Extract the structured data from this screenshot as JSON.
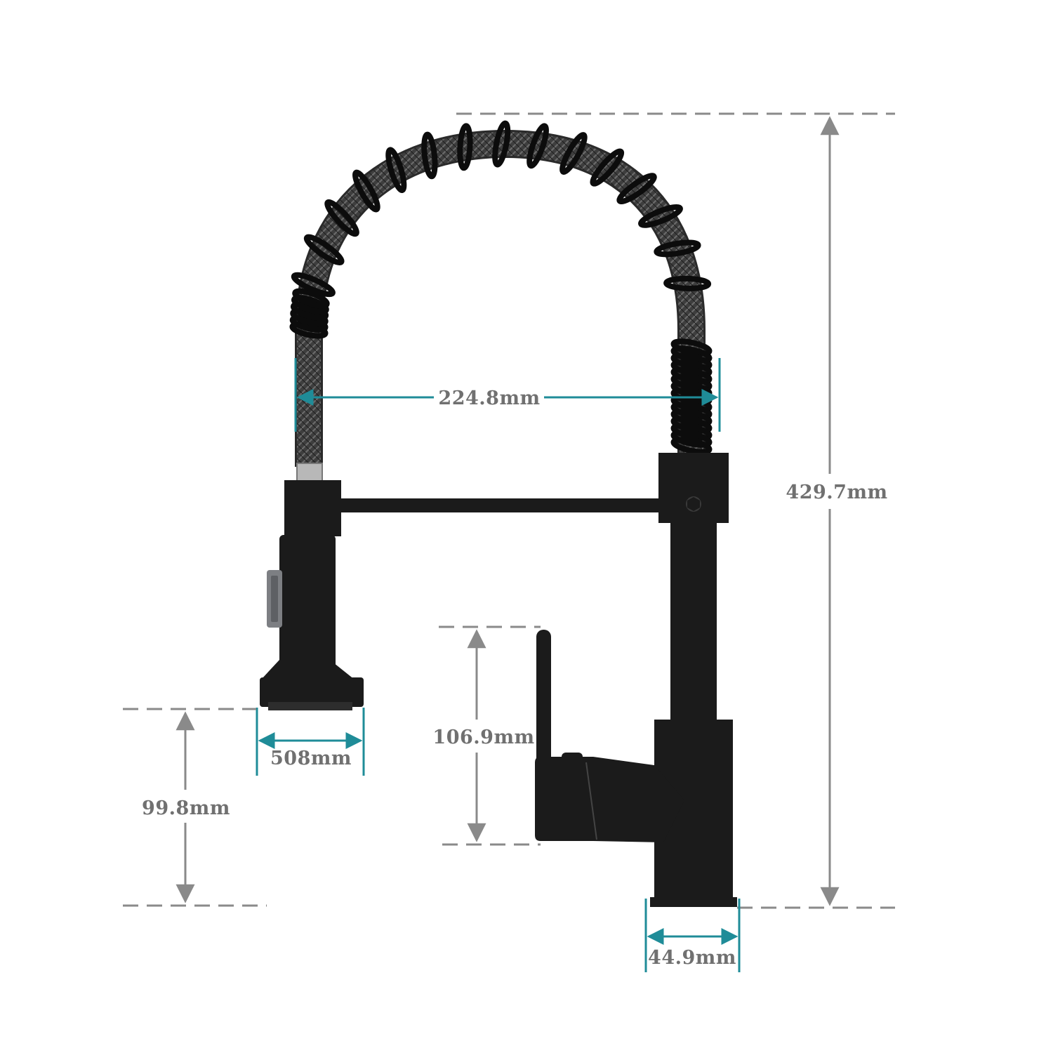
{
  "colors": {
    "background": "#ffffff",
    "faucet": "#1b1b1b",
    "hose_braid": "#4a4a4a",
    "spring_coil": "#0c0c0c",
    "guide_gray": "#8a8a8a",
    "dim_gray_text": "#707070",
    "dim_teal": "#1f8c98",
    "sprayer_button": "#7d7f83"
  },
  "dimensions": {
    "total_height": "429.7mm",
    "spout_reach": "224.8mm",
    "spray_head_width": "508mm",
    "spray_head_height": "99.8mm",
    "handle_height": "106.9mm",
    "base_width": "44.9mm"
  }
}
